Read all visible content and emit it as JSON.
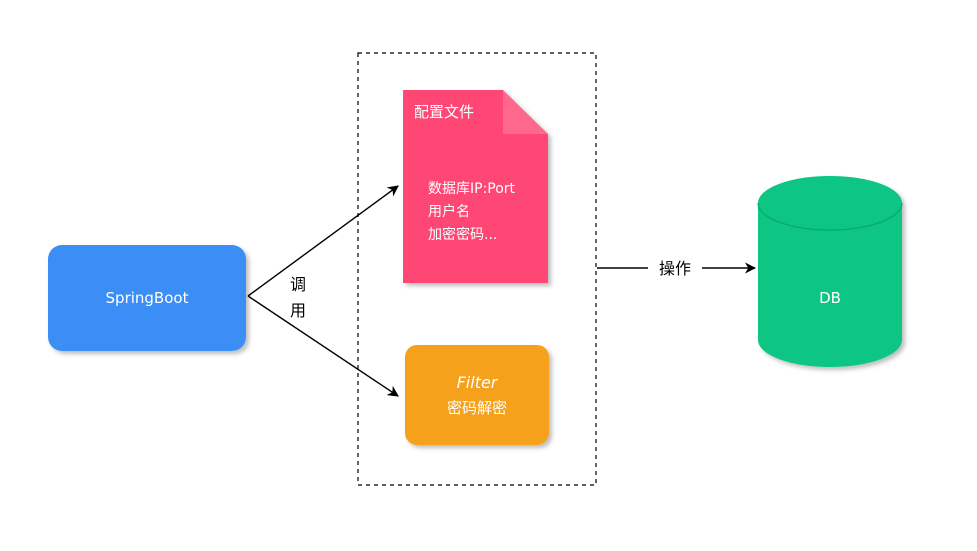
{
  "nodes": {
    "springboot": {
      "label": "SpringBoot",
      "color": "#3a8ef6"
    },
    "config_file": {
      "title": "配置文件",
      "lines": [
        "数据库IP:Port",
        "用户名",
        "加密密码..."
      ],
      "color": "#ff4775"
    },
    "filter": {
      "lines": [
        "Filter",
        "密码解密"
      ],
      "color": "#f5a11d"
    },
    "db": {
      "label": "DB",
      "color": "#07c683"
    }
  },
  "edges": {
    "call_label": [
      "调",
      "用"
    ],
    "operate_label": "操作"
  }
}
